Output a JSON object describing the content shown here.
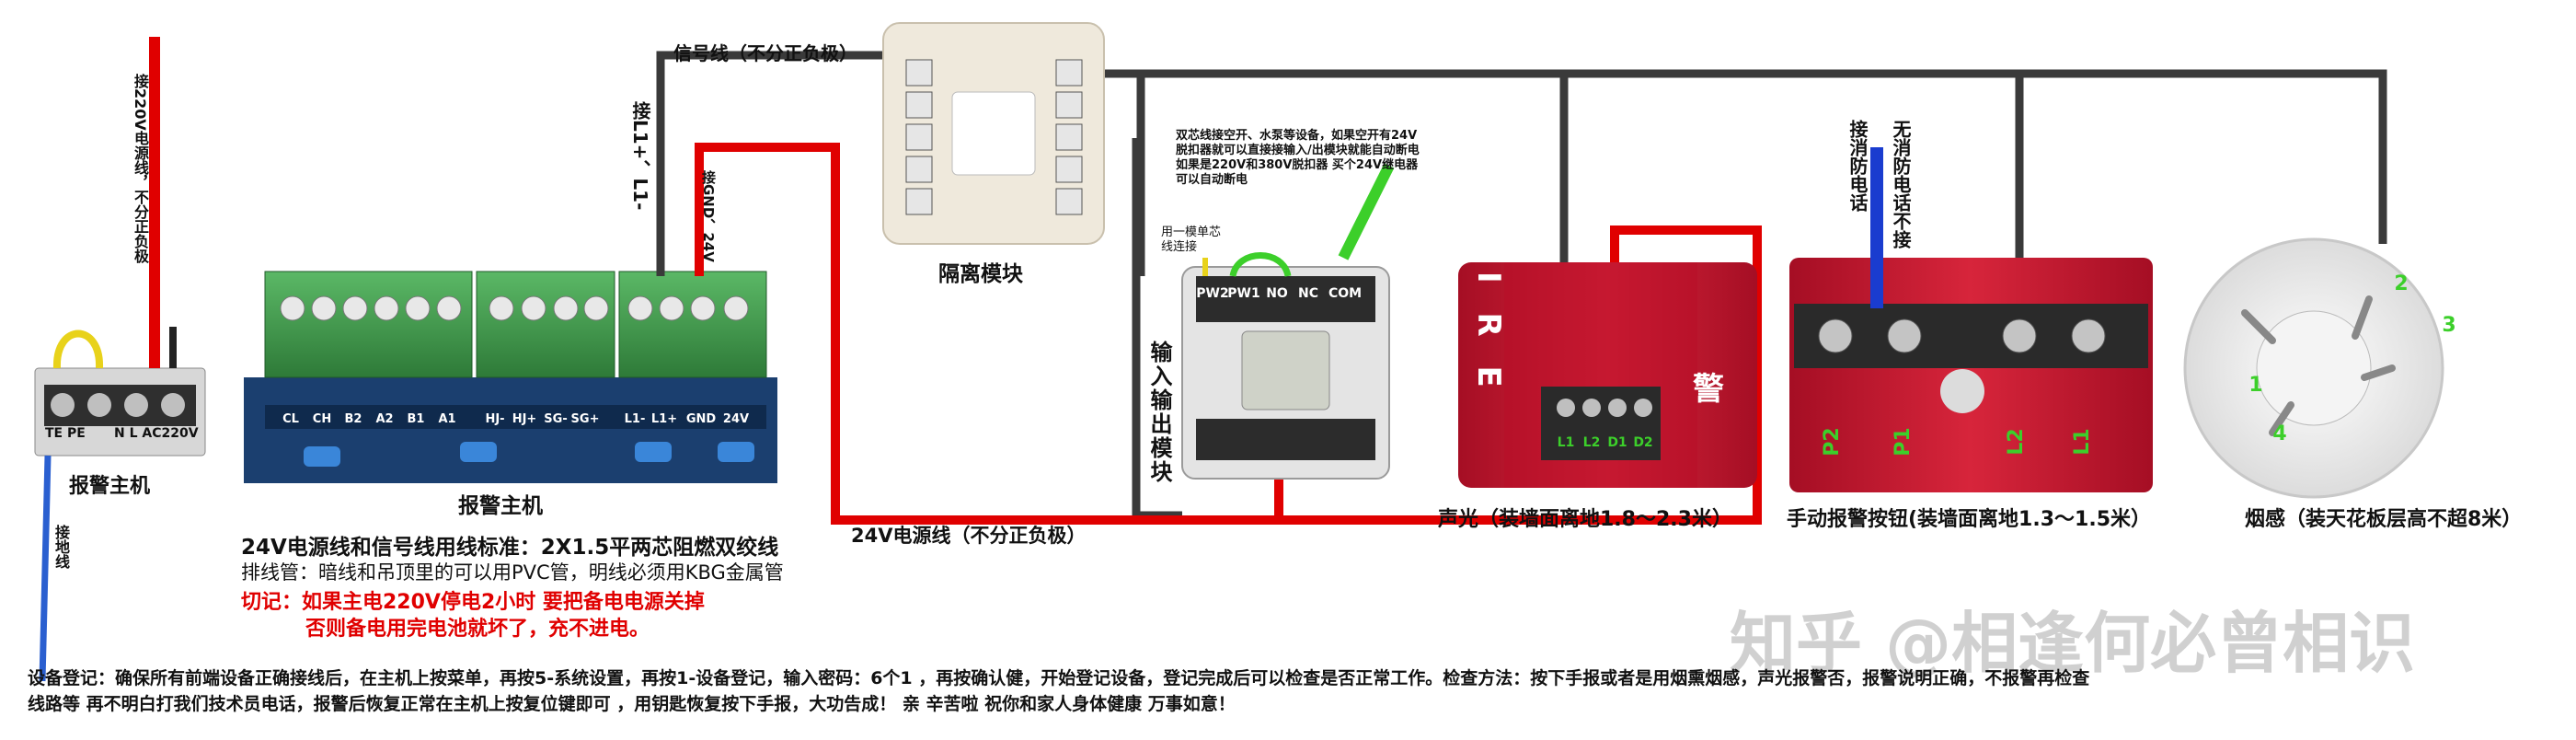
{
  "labels": {
    "mains_feed": "接220V电源线，不分正负极",
    "main_unit_small": "报警主机",
    "te_pe": "TE  PE",
    "nl_ac": "N  L  AC220V",
    "ground_wire": "接地线",
    "main_unit_board": "报警主机",
    "terminal_row": [
      "CL",
      "CH",
      "B2",
      "A2",
      "B1",
      "A1",
      "HJ-",
      "HJ+",
      "SG-",
      "SG+",
      "L1-",
      "L1+",
      "GND",
      "24V"
    ],
    "signal_line": "信号线（不分正负极）",
    "connect_l1": "接L1+、L1-",
    "connect_gnd": "接GND、24V",
    "isolation_module": "隔离模块",
    "io_module": "输入输出模块",
    "io_note": "双芯线接空开、水泵等设备，如果空开有24V脱扣器就可以直接接输入/出模块就能自动断电 如果是220V和380V脱扣器 买个24V继电器可以自动断电",
    "jumper_note": "用一模单芯线连接",
    "io_terminals": [
      "PW2",
      "PW1",
      "NO",
      "NC",
      "COM"
    ],
    "power_line": "24V电源线（不分正负极）",
    "sound_light": "声光（装墙面离地1.8～2.3米）",
    "sound_light_terms": [
      "L1",
      "L2",
      "D1",
      "D2"
    ],
    "ire": "I R E",
    "alarm_char": "警",
    "manual_button": "手动报警按钮(装墙面离地1.3～1.5米）",
    "connect_fire_phone": "接消防电话",
    "no_fire_phone": "无消防电话不接",
    "button_terms": [
      "P2",
      "P1",
      "L2",
      "L1"
    ],
    "smoke": "烟感（装天花板层高不超8米）",
    "smoke_terms": [
      "1",
      "2",
      "3",
      "4"
    ],
    "standard": "24V电源线和信号线用线标准：2X1.5平两芯阻燃双绞线",
    "pipe": "排线管：暗线和吊顶里的可以用PVC管，明线必须用KBG金属管",
    "warn1": "切记：如果主电220V停电2小时 要把备电电源关掉",
    "warn2": "否则备电用完电池就坏了，充不进电。",
    "watermark": "知乎 @相逢何必曾相识",
    "bottom1": "设备登记：确保所有前端设备正确接线后，在主机上按菜单，再按5-系统设置，再按1-设备登记，输入密码：6个1 ，再按确认健，开始登记设备，登记完成后可以检查是否正常工作。检查方法：按下手报或者是用烟熏烟感，声光报警否，报警说明正确，不报警再检查",
    "bottom2": "线路等  再不明白打我们技术员电话，报警后恢复正常在主机上按复位键即可 ，用钥匙恢复按下手报，大功告成！ 亲 辛苦啦 祝你和家人身体健康 万事如意！"
  },
  "colors": {
    "wire_red": "#e00000",
    "wire_dark": "#3a3a3a",
    "terminal_green": "#3f9a4a",
    "device_red": "#c8102e",
    "ground_blue": "#2a5fd0"
  }
}
